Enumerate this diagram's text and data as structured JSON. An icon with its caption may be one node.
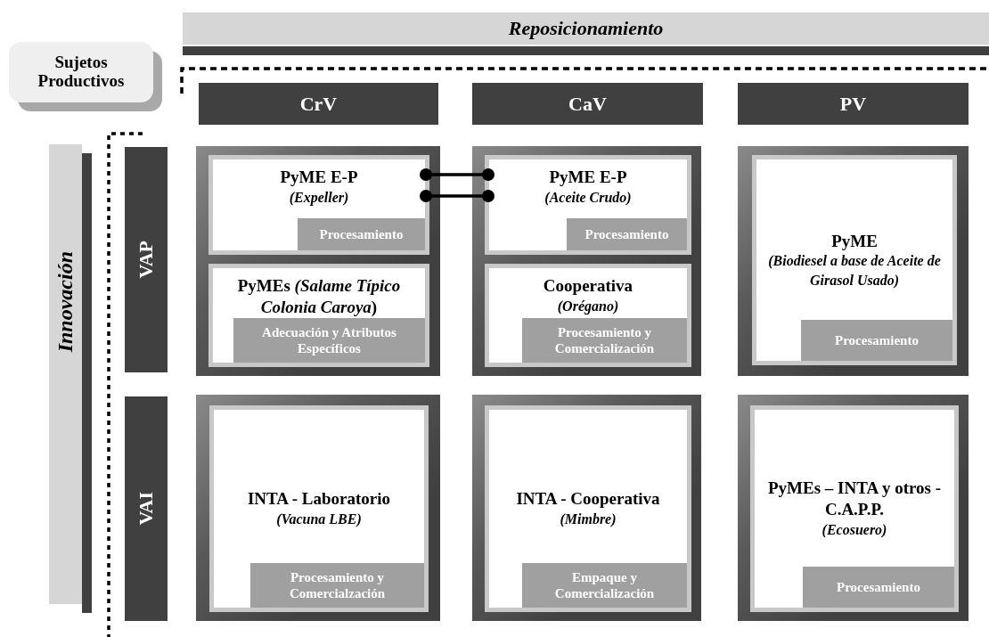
{
  "diagram": {
    "nodes": [
      {
        "text": [
          "Reposicionamiento"
        ]
      },
      {
        "text": [
          "Sujetos Productivos"
        ]
      },
      {
        "text": [
          "Innovación"
        ]
      },
      {
        "text": [
          "CrV"
        ]
      },
      {
        "text": [
          "CaV"
        ]
      },
      {
        "text": [
          "PV"
        ]
      },
      {
        "text": [
          "VAP"
        ]
      },
      {
        "text": [
          "VAI"
        ]
      },
      {
        "text": [],
        "shape": "box"
      },
      {
        "text": [
          "PyME E-P",
          "(Expeller)"
        ],
        "in": 8
      },
      {
        "text": [
          "Procesamiento"
        ],
        "in": 9
      },
      {
        "text": [
          "PyMEs *(Salame Típico Colonia Caroya*)"
        ],
        "in": 8
      },
      {
        "text": [
          "Adecuación y Atributos Específicos"
        ],
        "in": 11
      },
      {
        "text": [],
        "shape": "box"
      },
      {
        "text": [
          "PyME E-P",
          "(Aceite Crudo)"
        ],
        "in": 13
      },
      {
        "text": [
          "Procesamiento"
        ],
        "in": 14
      },
      {
        "text": [
          "Cooperativa",
          "(Orégano)"
        ],
        "in": 13
      },
      {
        "text": [
          "Procesamiento y Comercialización"
        ],
        "in": 16
      },
      {
        "text": [],
        "shape": "box"
      },
      {
        "text": [
          "PyME",
          "(Biodiesel a base de Aceite de Girasol Usado)"
        ],
        "in": 18
      },
      {
        "text": [
          "Procesamiento"
        ],
        "in": 19
      },
      {
        "text": [],
        "shape": "box"
      },
      {
        "text": [
          "INTA - Laboratorio",
          "(Vacuna LBE)"
        ],
        "in": 21
      },
      {
        "text": [
          "Procesamiento y Comercialzación"
        ],
        "in": 22
      },
      {
        "text": [],
        "shape": "box"
      },
      {
        "text": [
          "INTA - Cooperativa",
          "(Mimbre)"
        ],
        "in": 24
      },
      {
        "text": [
          "Empaque y Comercialización"
        ],
        "in": 25
      },
      {
        "text": [],
        "shape": "box"
      },
      {
        "text": [
          "PyMEs – INTA y otros - C.A.P.P.",
          "(Ecosuero)"
        ],
        "in": 27
      },
      {
        "text": [
          "Procesamiento"
        ],
        "in": 28
      }
    ],
    "edges": [
      {
        "from": 9,
        "to": 14,
        "arrow": "other"
      },
      {
        "from": 9,
        "to": 14,
        "arrow": "other"
      }
    ]
  }
}
